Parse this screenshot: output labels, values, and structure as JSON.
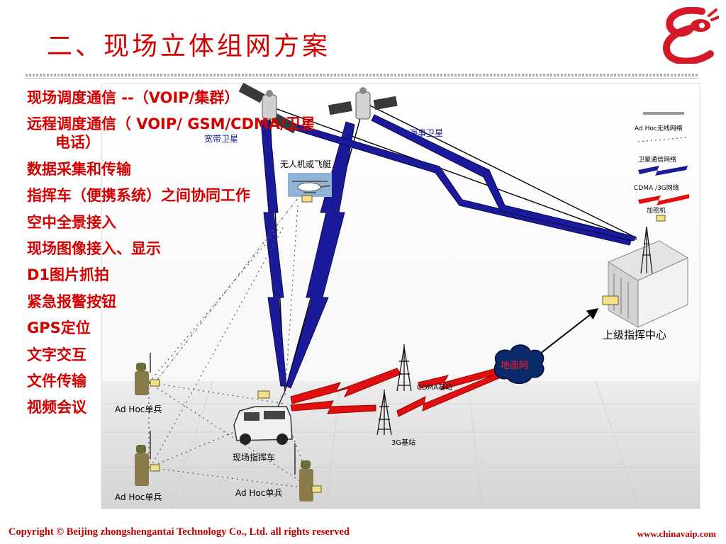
{
  "slide": {
    "title": "二、现场立体组网方案",
    "features": [
      {
        "line1": "现场调度通信 --（VOIP/集群）"
      },
      {
        "line1": "远程调度通信（ VOIP/ GSM/CDMA/卫星",
        "line2": "电话）"
      },
      {
        "line1": "数据采集和传输"
      },
      {
        "line1": "指挥车（便携系统）之间协同工作"
      },
      {
        "line1": "空中全景接入"
      },
      {
        "line1": "现场图像接入、显示"
      },
      {
        "line1": "D1图片抓拍"
      },
      {
        "line1": "紧急报警按钮"
      },
      {
        "line1": "GPS定位"
      },
      {
        "line1": "文字交互"
      },
      {
        "line1": "文件传输"
      },
      {
        "line1": "视频会议"
      }
    ],
    "footer": "Copyright © Beijing  zhongshengantai Technology Co., Ltd.  all rights reserved",
    "url": "www.chinavaip.com"
  },
  "diagram": {
    "broadband_satellite": "宽带卫星",
    "maritime_satellite": "海事卫星",
    "uav": "无人机或飞艇",
    "command_center": "上级指挥中心",
    "cloud_label": "地面网",
    "cdma_station": "CDMA基站",
    "station_3g": "3G基站",
    "command_vehicle": "现场指挥车",
    "soldier_label": "Ad Hoc单兵",
    "legend": {
      "items": [
        "Ad Hoc无线网络",
        "卫星通信网络",
        "CDMA /3G网络",
        "加密机"
      ]
    }
  },
  "colors": {
    "accent_red": "#d40000",
    "satellite_link_blue": "#1a1a9a",
    "cellular_link_red": "#e01010",
    "cloud_navy": "#0a2a6a"
  }
}
